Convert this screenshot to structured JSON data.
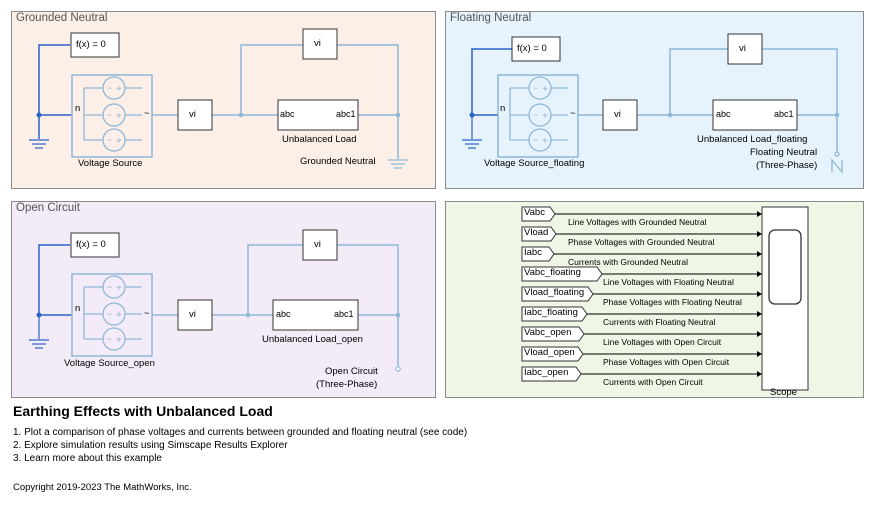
{
  "areas": {
    "grounded": {
      "title": "Grounded Neutral",
      "fx": "f(x) = 0",
      "vi_top": "vi",
      "vi_mid": "vi",
      "n_port": "n",
      "tilde": "~",
      "source_label": "Voltage Source",
      "load_in": "abc",
      "load_out": "abc1",
      "load_label": "Unbalanced Load",
      "neutral_label": "Grounded Neutral"
    },
    "floating": {
      "title": "Floating Neutral",
      "fx": "f(x) = 0",
      "vi_top": "vi",
      "vi_mid": "vi",
      "n_port": "n",
      "tilde": "~",
      "source_label": "Voltage Source_floating",
      "load_in": "abc",
      "load_out": "abc1",
      "load_label": "Unbalanced Load_floating",
      "neutral_label_1": "Floating Neutral",
      "neutral_label_2": "(Three-Phase)"
    },
    "open": {
      "title": "Open Circuit",
      "fx": "f(x) = 0",
      "vi_top": "vi",
      "vi_mid": "vi",
      "n_port": "n",
      "tilde": "~",
      "source_label": "Voltage Source_open",
      "load_in": "abc",
      "load_out": "abc1",
      "load_label": "Unbalanced Load_open",
      "neutral_label_1": "Open Circuit",
      "neutral_label_2": "(Three-Phase)"
    },
    "scope": {
      "scope_label": "Scope",
      "signals": [
        {
          "tag": "Vabc",
          "desc": "Line Voltages with Grounded Neutral"
        },
        {
          "tag": "Vload",
          "desc": "Phase Voltages with Grounded Neutral"
        },
        {
          "tag": "Iabc",
          "desc": "Currents with Grounded Neutral"
        },
        {
          "tag": "Vabc_floating",
          "desc": "Line Voltages with Floating Neutral"
        },
        {
          "tag": "Vload_floating",
          "desc": "Phase Voltages with Floating Neutral"
        },
        {
          "tag": "Iabc_floating",
          "desc": "Currents with Floating Neutral"
        },
        {
          "tag": "Vabc_open",
          "desc": "Line Voltages with Open Circuit"
        },
        {
          "tag": "Vload_open",
          "desc": "Phase Voltages with Open Circuit"
        },
        {
          "tag": "Iabc_open",
          "desc": "Currents with Open Circuit"
        }
      ]
    }
  },
  "page": {
    "title": "Earthing Effects with Unbalanced Load",
    "links": [
      "1. Plot a comparison of phase voltages and currents between grounded and floating neutral (see code)",
      "2. Explore simulation results using Simscape Results Explorer",
      "3. Learn more about this example"
    ],
    "copyright": "Copyright 2019-2023 The MathWorks, Inc."
  },
  "colors": {
    "grounded_bg": "#fcefe8",
    "floating_bg": "#e6f3fc",
    "open_bg": "#f4ebf8",
    "scope_bg": "#eef6e6",
    "physical_line": "#8fb7d6",
    "signal_line": "#2b62c8"
  }
}
